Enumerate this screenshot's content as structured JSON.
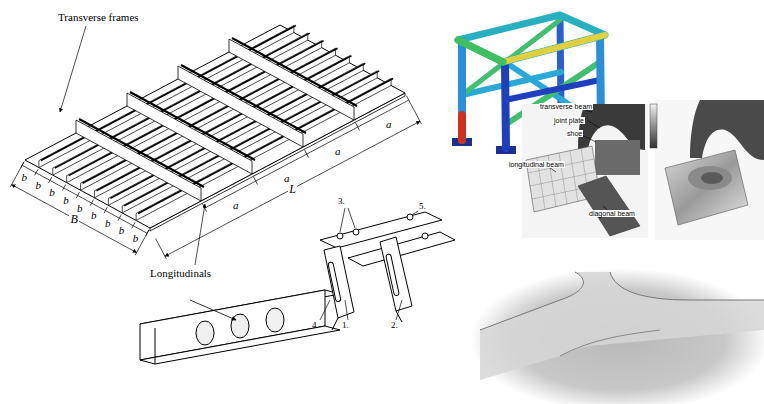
{
  "diagram": {
    "labels": [
      "Transverse frames",
      "L",
      "Longitudinals",
      "B",
      "b",
      "b",
      "b",
      "b",
      "b",
      "b",
      "b",
      "b",
      "b",
      "a",
      "a",
      "a",
      "a",
      "3.",
      "5.",
      "4.",
      "1.",
      "2.",
      "transverse beam",
      "joint plate",
      "shoe",
      "longitudinal beam",
      "diagonal beam"
    ]
  }
}
